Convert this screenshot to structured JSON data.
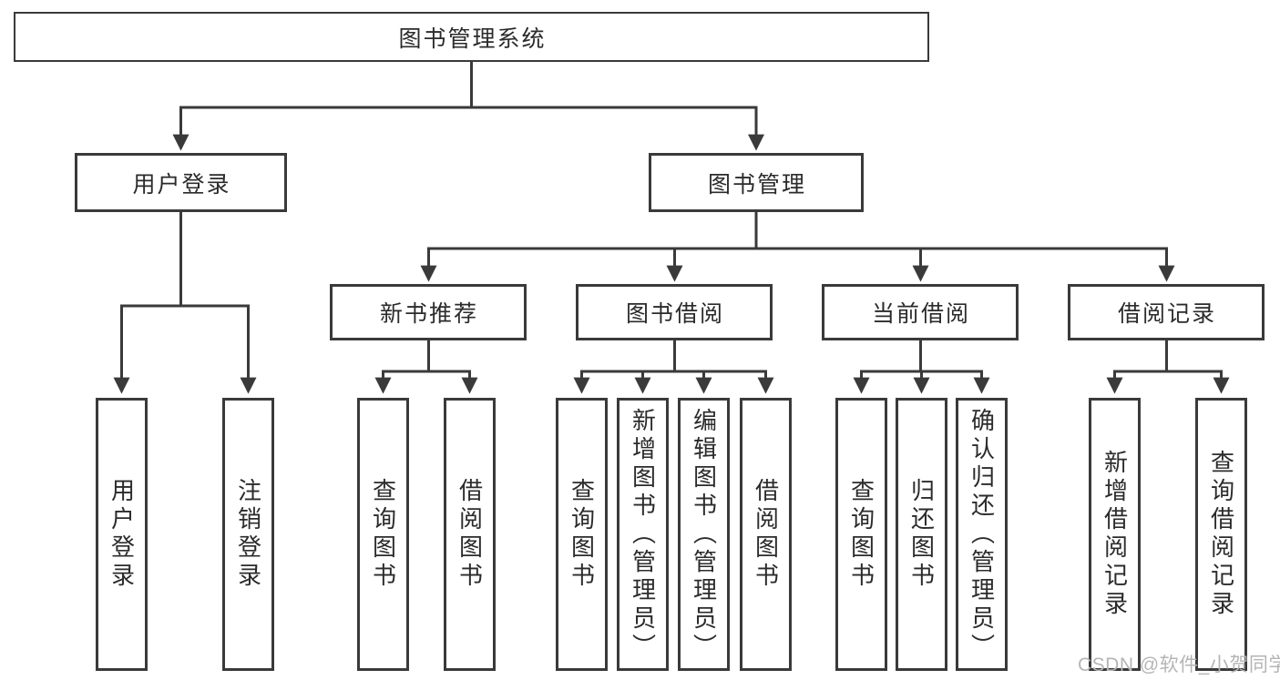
{
  "root": {
    "label": "图书管理系统"
  },
  "branches": [
    {
      "label": "用户登录",
      "children": [
        {
          "label": "用户登录"
        },
        {
          "label": "注销登录"
        }
      ]
    },
    {
      "label": "图书管理",
      "children": [
        {
          "label": "新书推荐",
          "children": [
            {
              "label": "查询图书"
            },
            {
              "label": "借阅图书"
            }
          ]
        },
        {
          "label": "图书借阅",
          "children": [
            {
              "label": "查询图书"
            },
            {
              "label": "新增图书（管理员）"
            },
            {
              "label": "编辑图书（管理员）"
            },
            {
              "label": "借阅图书"
            }
          ]
        },
        {
          "label": "当前借阅",
          "children": [
            {
              "label": "查询图书"
            },
            {
              "label": "归还图书"
            },
            {
              "label": "确认归还（管理员）"
            }
          ]
        },
        {
          "label": "借阅记录",
          "children": [
            {
              "label": "新增借阅记录"
            },
            {
              "label": "查询借阅记录"
            }
          ]
        }
      ]
    }
  ],
  "watermark": {
    "text": "CSDN @软件_小贺同学"
  },
  "colors": {
    "line": "#3a3a3a",
    "box_background": "#ffffff",
    "text": "#2b2b2b",
    "watermark": "#b5b5b5"
  }
}
